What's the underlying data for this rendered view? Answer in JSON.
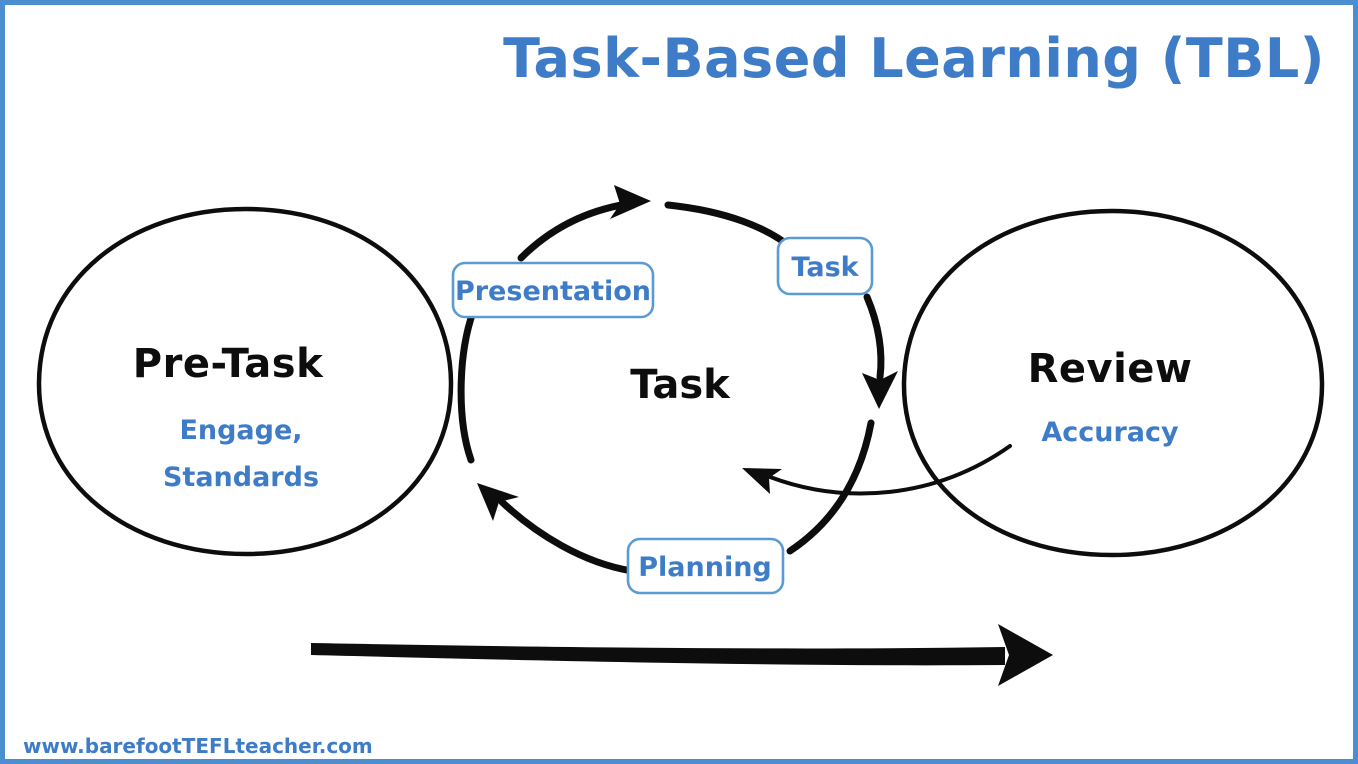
{
  "page": {
    "title": "Task-Based Learning (TBL)",
    "watermark": "www.barefootTEFLteacher.com",
    "background": "#ffffff",
    "frame_color": "#4C8FD0",
    "accent_blue": "#3E7CC8",
    "badge_border": "#5B9BD5",
    "ink_black": "#0d0d0d"
  },
  "stages": [
    {
      "id": "pre-task",
      "title": "Pre-Task",
      "subtitle_lines": [
        "Engage,",
        "Standards"
      ]
    },
    {
      "id": "task",
      "title": "Task",
      "subtitle_lines": []
    },
    {
      "id": "review",
      "title": "Review",
      "subtitle_lines": [
        "Accuracy"
      ]
    }
  ],
  "cycle": {
    "center_label": "Task",
    "badges": [
      {
        "id": "presentation",
        "label": "Presentation"
      },
      {
        "id": "task",
        "label": "Task"
      },
      {
        "id": "planning",
        "label": "Planning"
      }
    ]
  },
  "chart_data": {
    "type": "diagram",
    "title": "Task-Based Learning (TBL)",
    "nodes": [
      {
        "name": "Pre-Task",
        "detail": "Engage, Standards",
        "shape": "ellipse"
      },
      {
        "name": "Task",
        "detail": "",
        "shape": "cycle"
      },
      {
        "name": "Review",
        "detail": "Accuracy",
        "shape": "ellipse"
      }
    ],
    "cycle_steps": [
      "Presentation",
      "Task",
      "Planning"
    ],
    "flow_direction": "left-to-right",
    "legend": []
  }
}
